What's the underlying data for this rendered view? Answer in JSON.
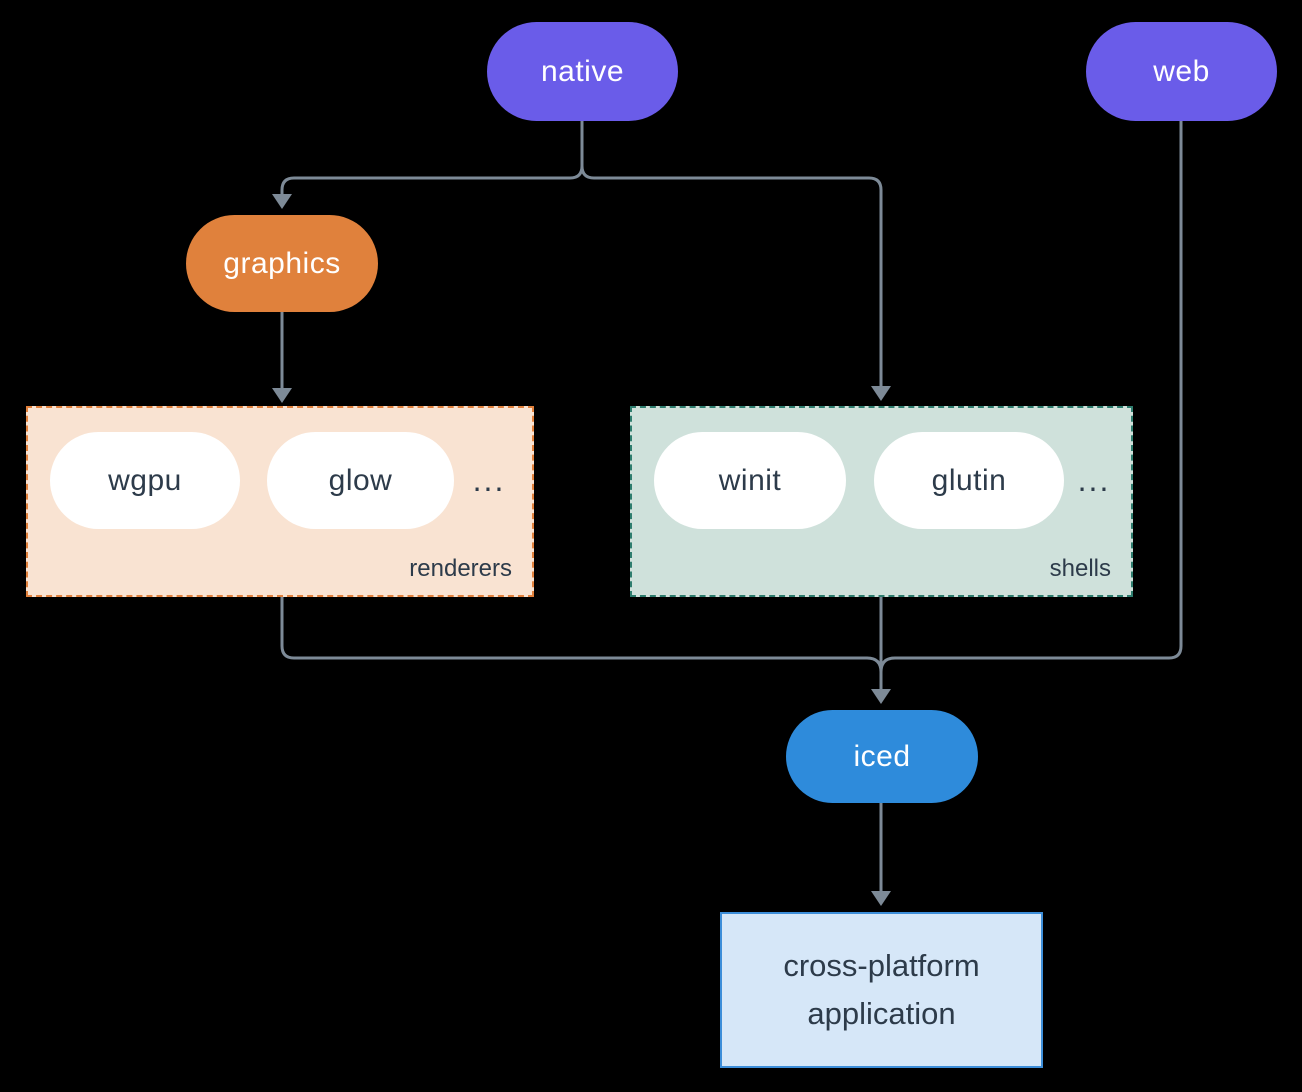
{
  "colors": {
    "background": "#000000",
    "node_purple": "#6A5CE9",
    "node_orange": "#E0813C",
    "node_blue": "#2E8BDB",
    "node_white": "#FFFFFF",
    "renderers_bg": "#F9E3D2",
    "renderers_border": "#E2813C",
    "shells_bg": "#CFE1DB",
    "shells_border": "#2E7D6E",
    "app_bg": "#D6E7F8",
    "app_border": "#3D8ED9",
    "edge": "#7D8A97",
    "text_dark": "#2D3B4A",
    "text_light": "#FFFFFF"
  },
  "nodes": {
    "native": {
      "label": "native"
    },
    "web": {
      "label": "web"
    },
    "graphics": {
      "label": "graphics"
    },
    "iced": {
      "label": "iced"
    },
    "application": {
      "line1": "cross-platform",
      "line2": "application"
    }
  },
  "groups": {
    "renderers": {
      "label": "renderers",
      "items": [
        "wgpu",
        "glow"
      ],
      "ellipsis": "..."
    },
    "shells": {
      "label": "shells",
      "items": [
        "winit",
        "glutin"
      ],
      "ellipsis": "..."
    }
  }
}
